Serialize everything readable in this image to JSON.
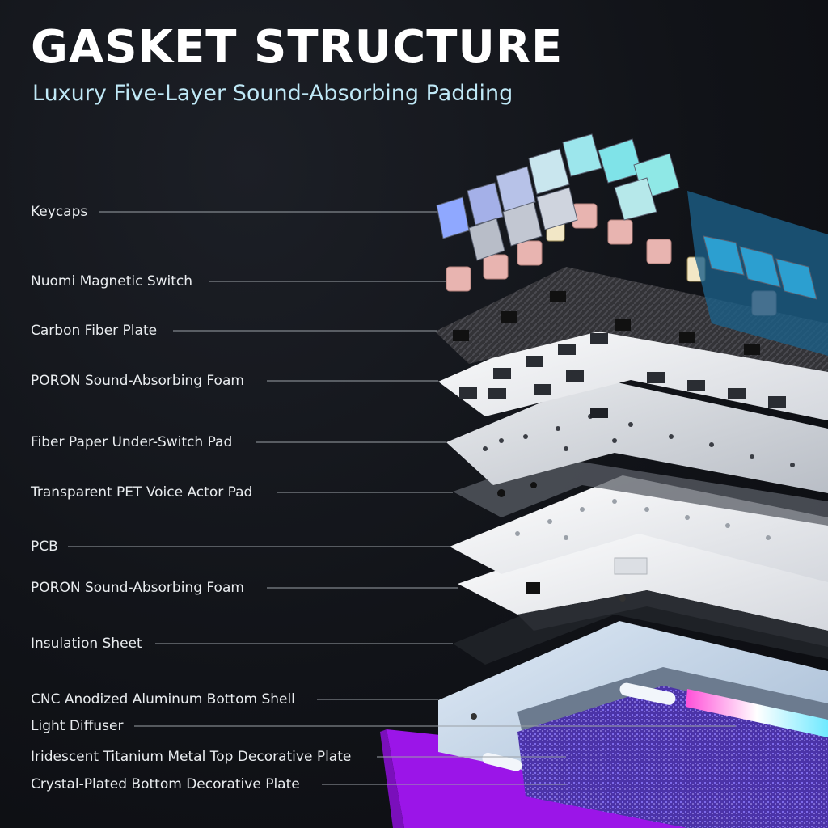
{
  "header": {
    "title": "GASKET STRUCTURE",
    "subtitle": "Luxury Five-Layer Sound-Absorbing Padding"
  },
  "layers": [
    {
      "id": "keycaps",
      "label": "Keycaps"
    },
    {
      "id": "switch",
      "label": "Nuomi Magnetic Switch"
    },
    {
      "id": "carbon-plate",
      "label": "Carbon Fiber Plate"
    },
    {
      "id": "poron-foam-1",
      "label": "PORON Sound-Absorbing Foam"
    },
    {
      "id": "fiber-paper",
      "label": "Fiber Paper Under-Switch Pad"
    },
    {
      "id": "pet-pad",
      "label": "Transparent PET Voice Actor Pad"
    },
    {
      "id": "pcb",
      "label": "PCB"
    },
    {
      "id": "poron-foam-2",
      "label": "PORON Sound-Absorbing Foam"
    },
    {
      "id": "insulation",
      "label": "Insulation Sheet"
    },
    {
      "id": "bottom-shell",
      "label": "CNC Anodized Aluminum Bottom Shell"
    },
    {
      "id": "diffuser",
      "label": "Light Diffuser"
    },
    {
      "id": "top-deco",
      "label": "Iridescent Titanium Metal Top Decorative Plate"
    },
    {
      "id": "bottom-deco",
      "label": "Crystal-Plated Bottom Decorative Plate"
    }
  ],
  "colors": {
    "background": "#111318",
    "title": "#ffffff",
    "subtitle": "#bfe8f6",
    "leader_line": "#9aa0a6",
    "keycap_cyan": "#7fe3e8",
    "keycap_blue": "#8fa8ff",
    "switch_pink": "#e8b4b0",
    "carbon": "#3a3a3d",
    "foam_white": "#f1f2f4",
    "shell_blue": "#c8dcf0",
    "diffuser_purple": "#a21cf0",
    "crystal_violet": "#5a3fbf"
  }
}
